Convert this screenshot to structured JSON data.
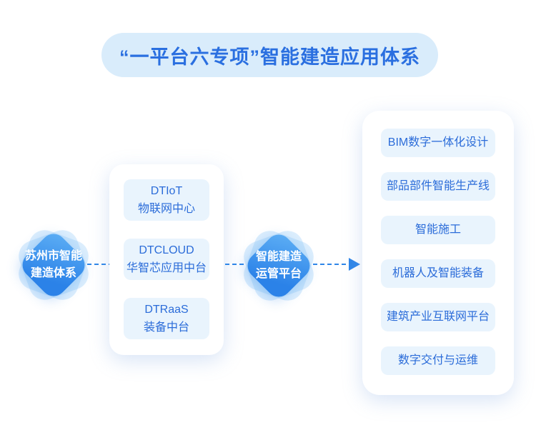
{
  "title": {
    "text": "“一平台六专项”智能建造应用体系"
  },
  "nodes": {
    "left_diamond": {
      "line1": "苏州市智能",
      "line2": "建造体系"
    },
    "center_diamond": {
      "line1": "智能建造",
      "line2": "运管平台"
    }
  },
  "platform_panel": {
    "items": [
      {
        "line1": "DTIoT",
        "line2": "物联网中心"
      },
      {
        "line1": "DTCLOUD",
        "line2": "华智芯应用中台"
      },
      {
        "line1": "DTRaaS",
        "line2": "装备中台"
      }
    ]
  },
  "specials_panel": {
    "items": [
      {
        "label": "BIM数字一体化设计"
      },
      {
        "label": "部品部件智能生产线"
      },
      {
        "label": "智能施工"
      },
      {
        "label": "机器人及智能装备"
      },
      {
        "label": "建筑产业互联网平台"
      },
      {
        "label": "数字交付与运维"
      }
    ]
  },
  "colors": {
    "accent_blue": "#2f86e8",
    "title_text": "#2a6fe0",
    "title_bg": "#d9ecfb",
    "panel_bg": "#ffffff",
    "box_bg": "#e9f4fd",
    "box_text": "#2b6cd9",
    "diamond_gradient_from": "#5fb0f5",
    "diamond_gradient_to": "#2b82e8",
    "diamond_text": "#ffffff"
  }
}
